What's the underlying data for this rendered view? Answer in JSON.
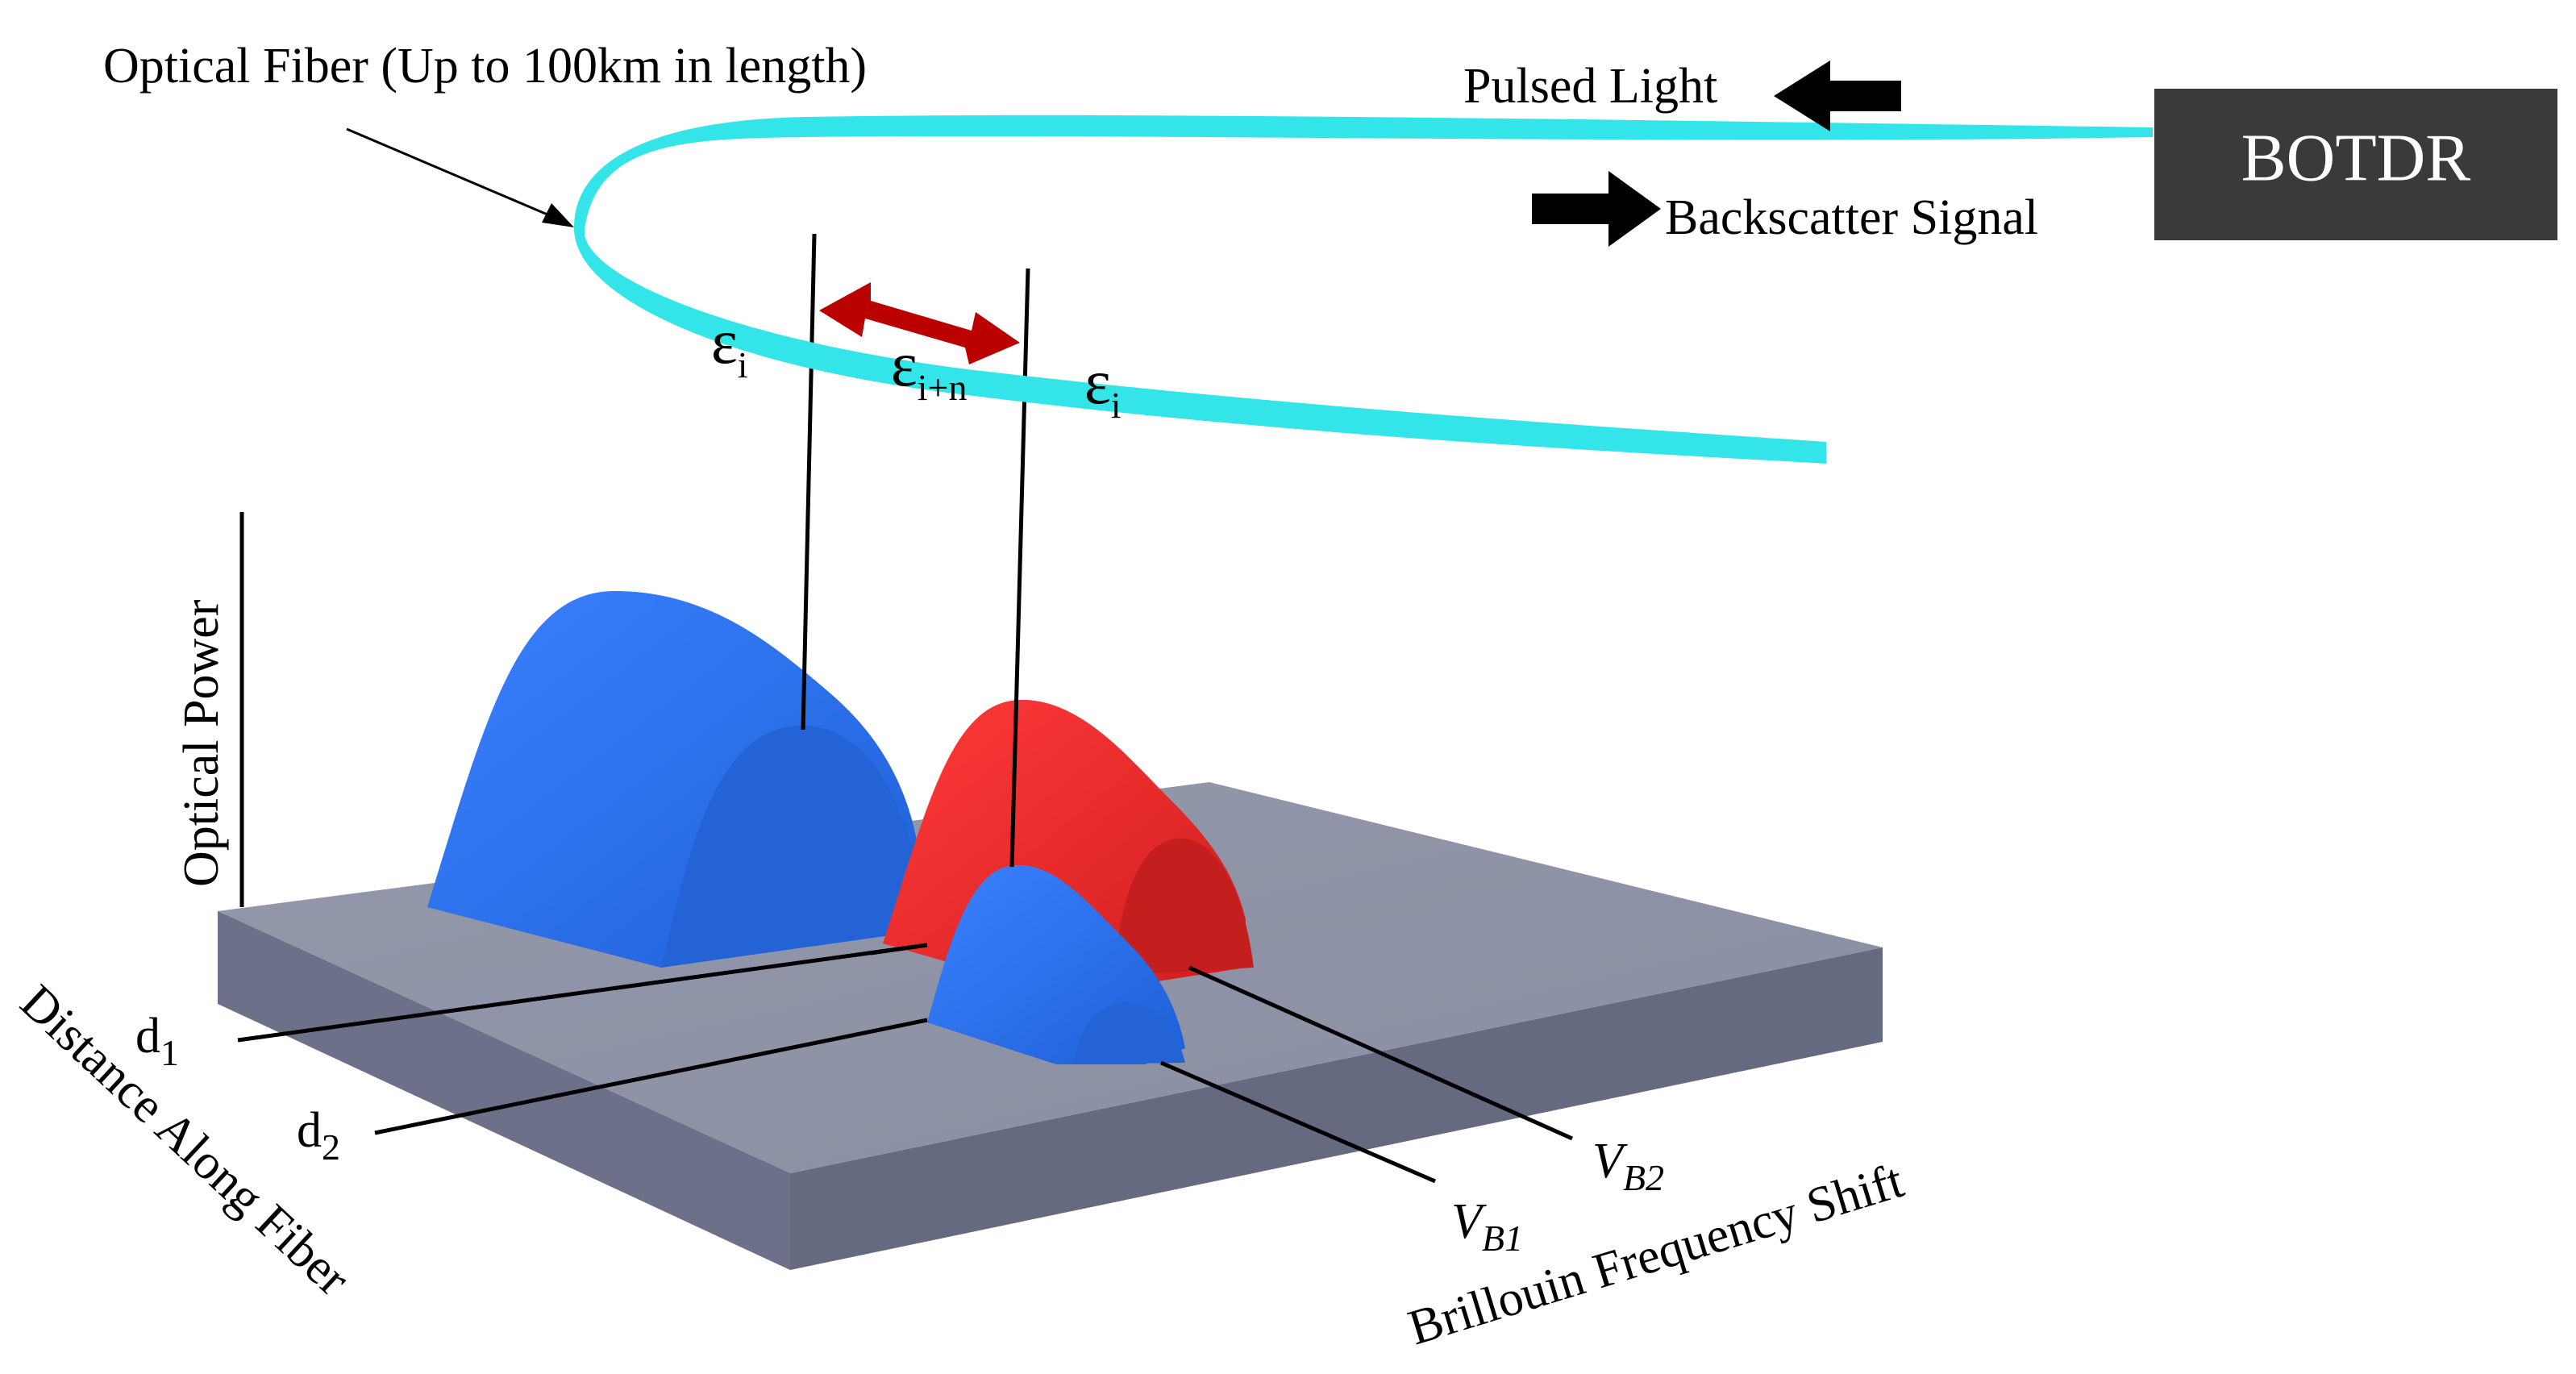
{
  "labels": {
    "fiber": "Optical Fiber (Up to 100km in length)",
    "pulsed_light": "Pulsed Light",
    "backscatter": "Backscatter Signal",
    "botdr": "BOTDR",
    "optical_power": "Optical Power",
    "distance_axis": "Distance Along Fiber",
    "frequency_axis": "Brillouin Frequency Shift"
  },
  "strain": {
    "symbol": "ε",
    "left_sub": "i",
    "mid_sub": "i+n",
    "right_sub": "i"
  },
  "distance_marks": [
    {
      "base": "d",
      "sub": "1"
    },
    {
      "base": "d",
      "sub": "2"
    }
  ],
  "frequency_marks": [
    {
      "base": "V",
      "sub": "B1"
    },
    {
      "base": "V",
      "sub": "B2"
    }
  ],
  "colors": {
    "fiber": "#33e5e8",
    "box": "#3b3a3a",
    "arrow": "#000000",
    "strain_arrow": "#bb0000",
    "peak_blue": "#2f74f0",
    "peak_red": "#ee2a2a",
    "platform_top": "#8f93a6",
    "platform_side": "#626780"
  }
}
